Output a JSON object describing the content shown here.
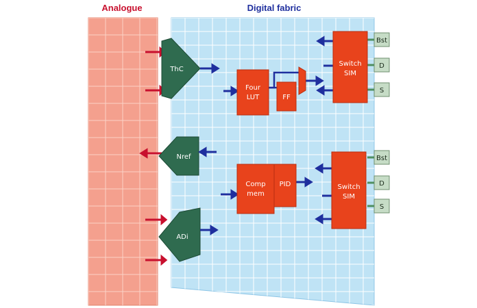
{
  "headers": {
    "analogue": "Analogue",
    "digital": "Digital fabric"
  },
  "blocks": {
    "thc": "ThC",
    "nref": "Nref",
    "adi": "ADi",
    "lut_line1": "Four",
    "lut_line2": "LUT",
    "ff": "FF",
    "comp_line1": "Comp",
    "comp_line2": "mem",
    "pid": "PID",
    "switch1_line1": "Switch",
    "switch1_line2": "SIM",
    "switch2_line1": "Switch",
    "switch2_line2": "SIM"
  },
  "ports_top": [
    "Bst",
    "D",
    "S"
  ],
  "ports_bottom": [
    "Bst",
    "D",
    "S"
  ],
  "colors": {
    "analogue_fill": "#f4a08e",
    "digital_fill": "#bfe3f5",
    "block_red": "#e8431c",
    "block_green": "#2f6b4f",
    "port_green": "#c6dcc6",
    "arrow_blue": "#1f2f9e",
    "arrow_red": "#c8102e",
    "header_red": "#c8102e",
    "header_blue": "#1f2f9e"
  }
}
